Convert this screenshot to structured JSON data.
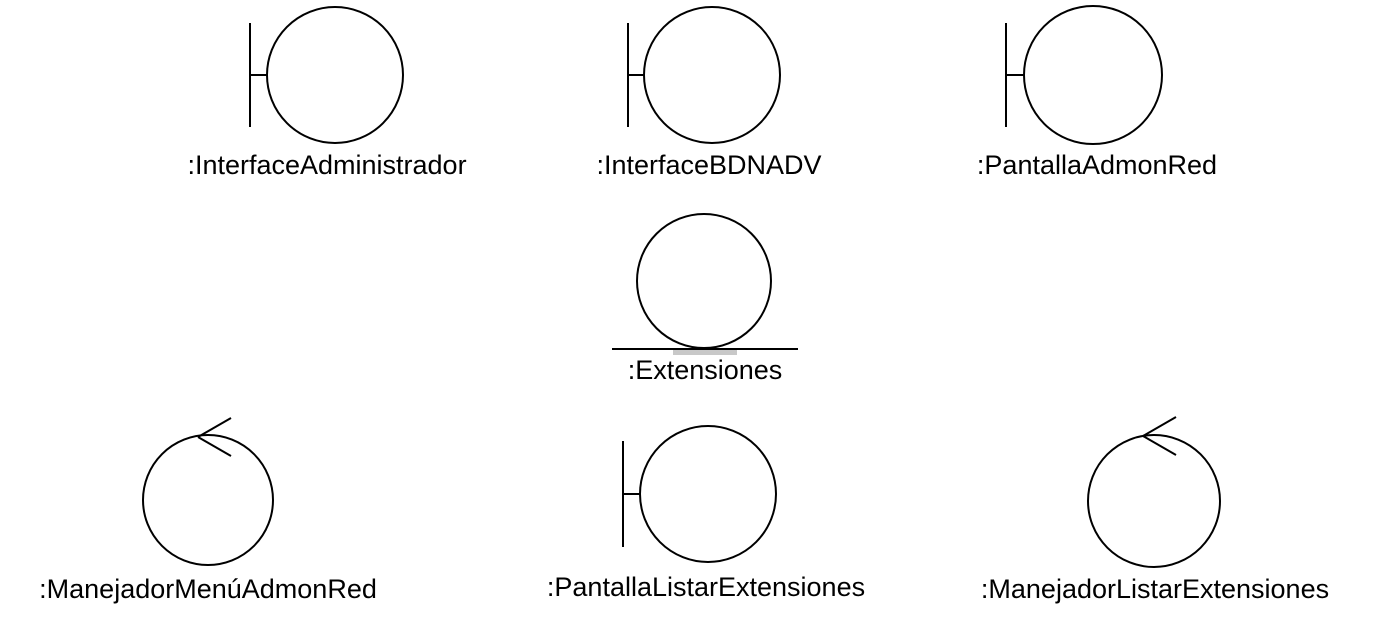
{
  "diagram": {
    "elements": [
      {
        "kind": "boundary",
        "label": ":InterfaceAdministrador"
      },
      {
        "kind": "boundary",
        "label": ":InterfaceBDNADV"
      },
      {
        "kind": "boundary",
        "label": ":PantallaAdmonRed"
      },
      {
        "kind": "entity",
        "label": ":Extensiones"
      },
      {
        "kind": "control",
        "label": ":ManejadorMenúAdmonRed"
      },
      {
        "kind": "boundary",
        "label": ":PantallaListarExtensiones"
      },
      {
        "kind": "control",
        "label": ":ManejadorListarExtensiones"
      }
    ]
  }
}
